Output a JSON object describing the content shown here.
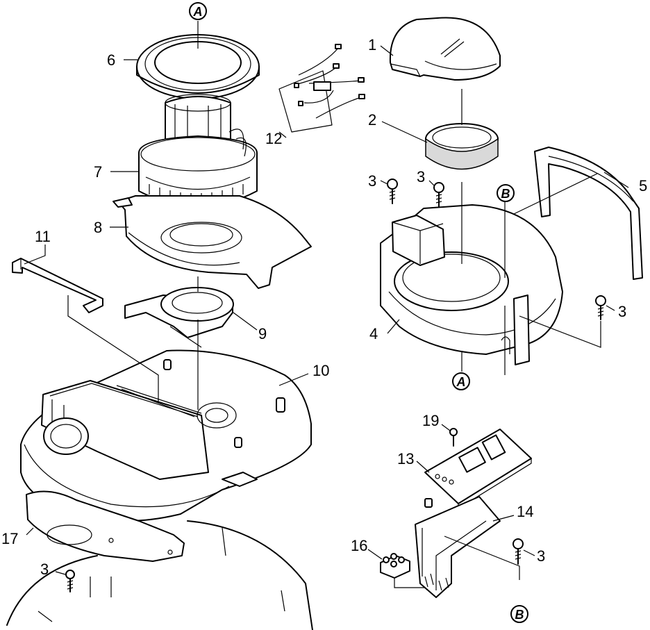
{
  "diagram": {
    "part_numbers": [
      "1",
      "2",
      "3",
      "4",
      "5",
      "6",
      "7",
      "8",
      "9",
      "10",
      "11",
      "12",
      "13",
      "14",
      "16",
      "17",
      "19"
    ],
    "ref_marks": [
      "A",
      "B"
    ],
    "labels": [
      {
        "id": "lbl-6",
        "text": "6"
      },
      {
        "id": "lbl-7",
        "text": "7"
      },
      {
        "id": "lbl-8",
        "text": "8"
      },
      {
        "id": "lbl-11",
        "text": "11"
      },
      {
        "id": "lbl-9",
        "text": "9"
      },
      {
        "id": "lbl-10",
        "text": "10"
      },
      {
        "id": "lbl-12",
        "text": "12"
      },
      {
        "id": "lbl-1",
        "text": "1"
      },
      {
        "id": "lbl-2",
        "text": "2"
      },
      {
        "id": "lbl-3a",
        "text": "3"
      },
      {
        "id": "lbl-3b",
        "text": "3"
      },
      {
        "id": "lbl-5",
        "text": "5"
      },
      {
        "id": "lbl-4",
        "text": "4"
      },
      {
        "id": "lbl-3c",
        "text": "3"
      },
      {
        "id": "lbl-19",
        "text": "19"
      },
      {
        "id": "lbl-13",
        "text": "13"
      },
      {
        "id": "lbl-14",
        "text": "14"
      },
      {
        "id": "lbl-16",
        "text": "16"
      },
      {
        "id": "lbl-3d",
        "text": "3"
      },
      {
        "id": "lbl-17",
        "text": "17"
      },
      {
        "id": "lbl-3e",
        "text": "3"
      }
    ],
    "refs": [
      {
        "id": "ref-a-top",
        "text": "A"
      },
      {
        "id": "ref-b-mid",
        "text": "B"
      },
      {
        "id": "ref-a-bottom",
        "text": "A"
      },
      {
        "id": "ref-b-bottom",
        "text": "B"
      }
    ]
  }
}
